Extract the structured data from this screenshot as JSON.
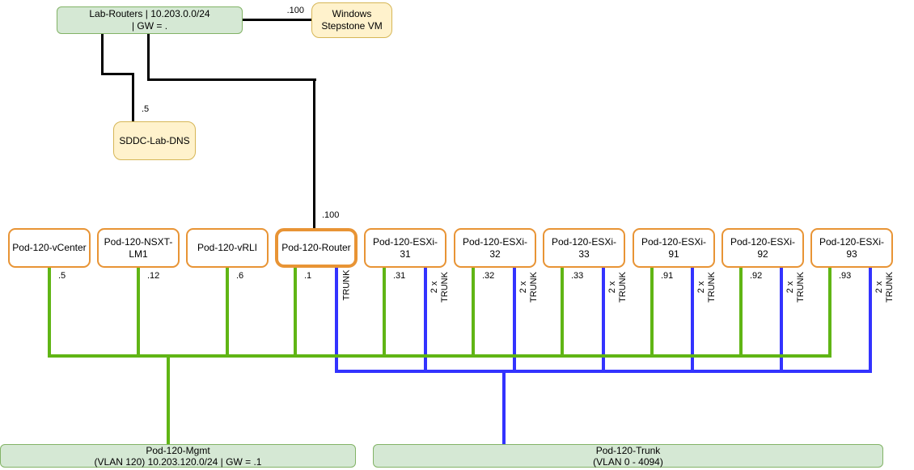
{
  "colors": {
    "mgmt_link": "#60B515",
    "trunk_link": "#3333FF",
    "node_stroke": "#E89435",
    "network_fill": "#D5E8D4",
    "network_stroke": "#82B366",
    "vm_fill": "#FFF2CC",
    "vm_stroke": "#D6B656",
    "black_link": "#000000"
  },
  "lab_routers": {
    "line1": "Lab-Routers | 10.203.0.0/24",
    "line2": "| GW = ."
  },
  "windows_vm": {
    "line1": "Windows",
    "line2": "Stepstone VM"
  },
  "sddc_dns": {
    "label": "SDDC-Lab-DNS"
  },
  "edge_labels": {
    "labrouters_to_vm": ".100",
    "labrouters_to_dns": ".5",
    "labrouters_to_router": ".100"
  },
  "row_nodes": [
    {
      "label": "Pod-120-vCenter",
      "mgmt_ip": ".5"
    },
    {
      "label": "Pod-120-NSXT-LM1",
      "mgmt_ip": ".12"
    },
    {
      "label": "Pod-120-vRLI",
      "mgmt_ip": ".6"
    },
    {
      "label": "Pod-120-Router",
      "mgmt_ip": ".1",
      "trunk_prefix": "",
      "trunk_label": "TRUNK"
    },
    {
      "label": "Pod-120-ESXi-31",
      "mgmt_ip": ".31",
      "trunk_prefix": "2 x",
      "trunk_label": "TRUNK"
    },
    {
      "label": "Pod-120-ESXi-32",
      "mgmt_ip": ".32",
      "trunk_prefix": "2 x",
      "trunk_label": "TRUNK"
    },
    {
      "label": "Pod-120-ESXi-33",
      "mgmt_ip": ".33",
      "trunk_prefix": "2 x",
      "trunk_label": "TRUNK"
    },
    {
      "label": "Pod-120-ESXi-91",
      "mgmt_ip": ".91",
      "trunk_prefix": "2 x",
      "trunk_label": "TRUNK"
    },
    {
      "label": "Pod-120-ESXi-92",
      "mgmt_ip": ".92",
      "trunk_prefix": "2 x",
      "trunk_label": "TRUNK"
    },
    {
      "label": "Pod-120-ESXi-93",
      "mgmt_ip": ".93",
      "trunk_prefix": "2 x",
      "trunk_label": "TRUNK"
    }
  ],
  "mgmt_network": {
    "line1": "Pod-120-Mgmt",
    "line2": "(VLAN 120) 10.203.120.0/24 | GW = .1"
  },
  "trunk_network": {
    "line1": "Pod-120-Trunk",
    "line2": "(VLAN 0 - 4094)"
  }
}
